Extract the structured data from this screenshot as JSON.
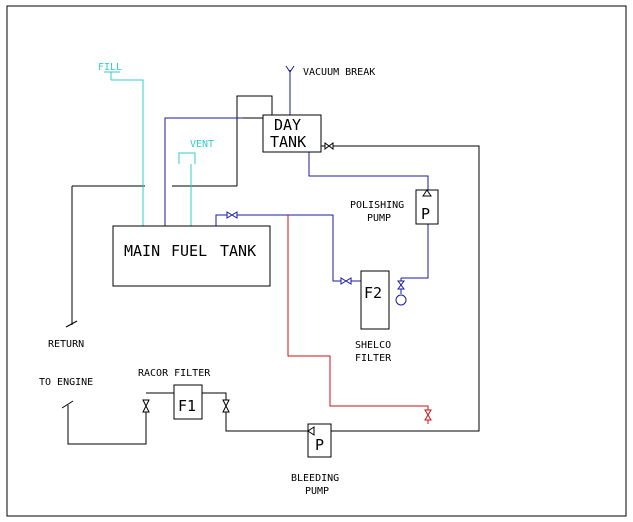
{
  "colors": {
    "black": "#000000",
    "blue": "#1a1aa6",
    "cyan": "#33cccc",
    "red": "#cc1111"
  },
  "labels": {
    "fill": "FILL",
    "vent": "VENT",
    "vacuum_break": "VACUUM BREAK",
    "day_tank_line1": "DAY",
    "day_tank_line2": "TANK",
    "main_fuel_tank": "MAIN",
    "main_fuel_tank_2": "FUEL",
    "main_fuel_tank_3": "TANK",
    "polishing_pump_line1": "POLISHING",
    "polishing_pump_line2": "PUMP",
    "polishing_pump_p": "P",
    "f2": "F2",
    "shelco_line1": "SHELCO",
    "shelco_line2": "FILTER",
    "return": "RETURN",
    "to_engine": "TO ENGINE",
    "racor_filter": "RACOR FILTER",
    "f1": "F1",
    "bleeding_pump_p": "P",
    "bleeding_pump_line1": "BLEEDING",
    "bleeding_pump_line2": "PUMP"
  }
}
